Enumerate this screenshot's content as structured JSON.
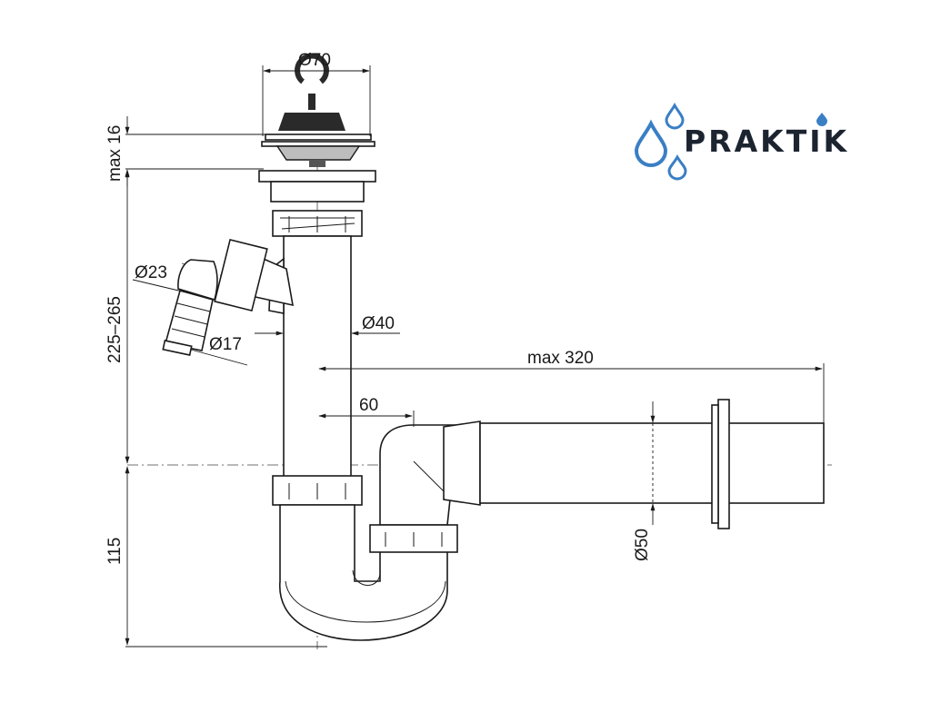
{
  "brand": {
    "name": "PRAKTIK",
    "drop_color": "#3a7fc4",
    "text_color": "#1c2430"
  },
  "colors": {
    "line": "#1a1a1a",
    "plug": "#2a2a2a",
    "grey_part": "#cfcfcf"
  },
  "dimensions": {
    "outlet_diameter": "Ø70",
    "max_height_grate": "max 16",
    "height_range": "225–265",
    "hose_diameter_outer": "Ø23",
    "hose_diameter_inner": "Ø17",
    "pipe_diameter": "Ø40",
    "max_length": "max 320",
    "offset": "60",
    "trap_depth": "115",
    "outlet_pipe_diameter": "Ø50"
  }
}
